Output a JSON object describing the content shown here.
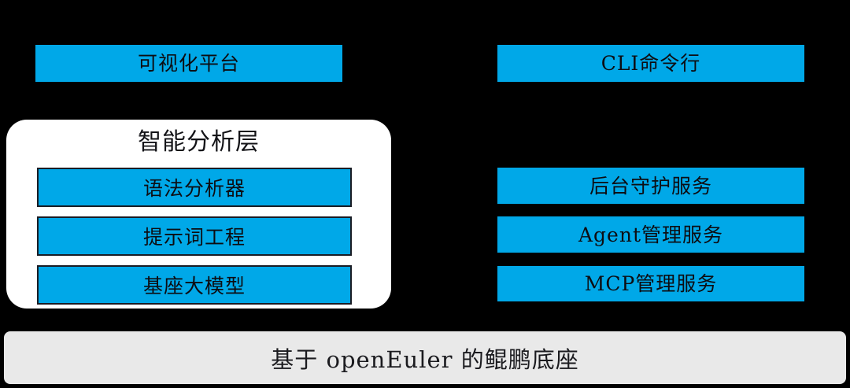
{
  "diagram": {
    "background_color": "#000000",
    "accent_color": "#00a8e8",
    "panel_color": "#ffffff",
    "foundation_color": "#e9e9e9",
    "text_color": "#0d0d12"
  },
  "top_row": {
    "left_box": {
      "label": "可视化平台"
    },
    "right_box": {
      "label": "CLI命令行"
    }
  },
  "analysis_panel": {
    "title": "智能分析层",
    "items": [
      {
        "label": "语法分析器"
      },
      {
        "label": "提示词工程"
      },
      {
        "label": "基座大模型"
      }
    ]
  },
  "service_column": {
    "items": [
      {
        "label": "后台守护服务"
      },
      {
        "label": "Agent管理服务"
      },
      {
        "label": "MCP管理服务"
      }
    ]
  },
  "foundation": {
    "label": "基于 openEuler 的鲲鹏底座"
  }
}
